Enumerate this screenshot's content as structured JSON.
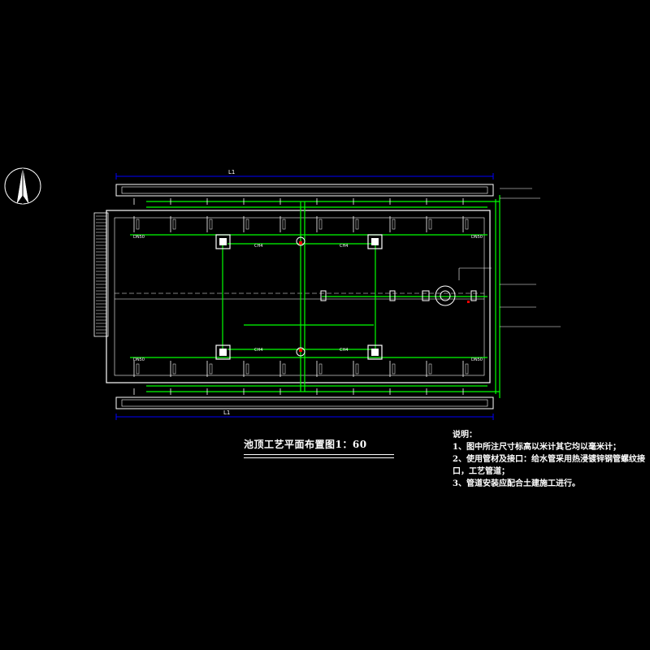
{
  "drawing": {
    "title": "池顶工艺平面布置图1：60",
    "dimension_top": "L1",
    "dimension_bottom": "L1",
    "north_arrow": "north-arrow-icon",
    "colors": {
      "background": "#000000",
      "structure": "#ffffff",
      "pipe": "#00ff00",
      "dimension": "#0000ff",
      "accent_red": "#ff0000"
    }
  },
  "notes": {
    "heading": "说明：",
    "items": [
      "1、图中所注尺寸标高以米计其它均以毫米计；",
      "2、使用管材及接口：给水管采用热浸镀锌钢管螺纹接",
      "口，工艺管道；",
      "3、管道安装应配合土建施工进行。"
    ]
  },
  "callouts": {
    "c1": "CH4",
    "c2": "CH4",
    "c3": "CH4",
    "c4": "CH4",
    "c5": "DN50",
    "c6": "DN50",
    "c7": "DN50",
    "c8": "DN50"
  }
}
